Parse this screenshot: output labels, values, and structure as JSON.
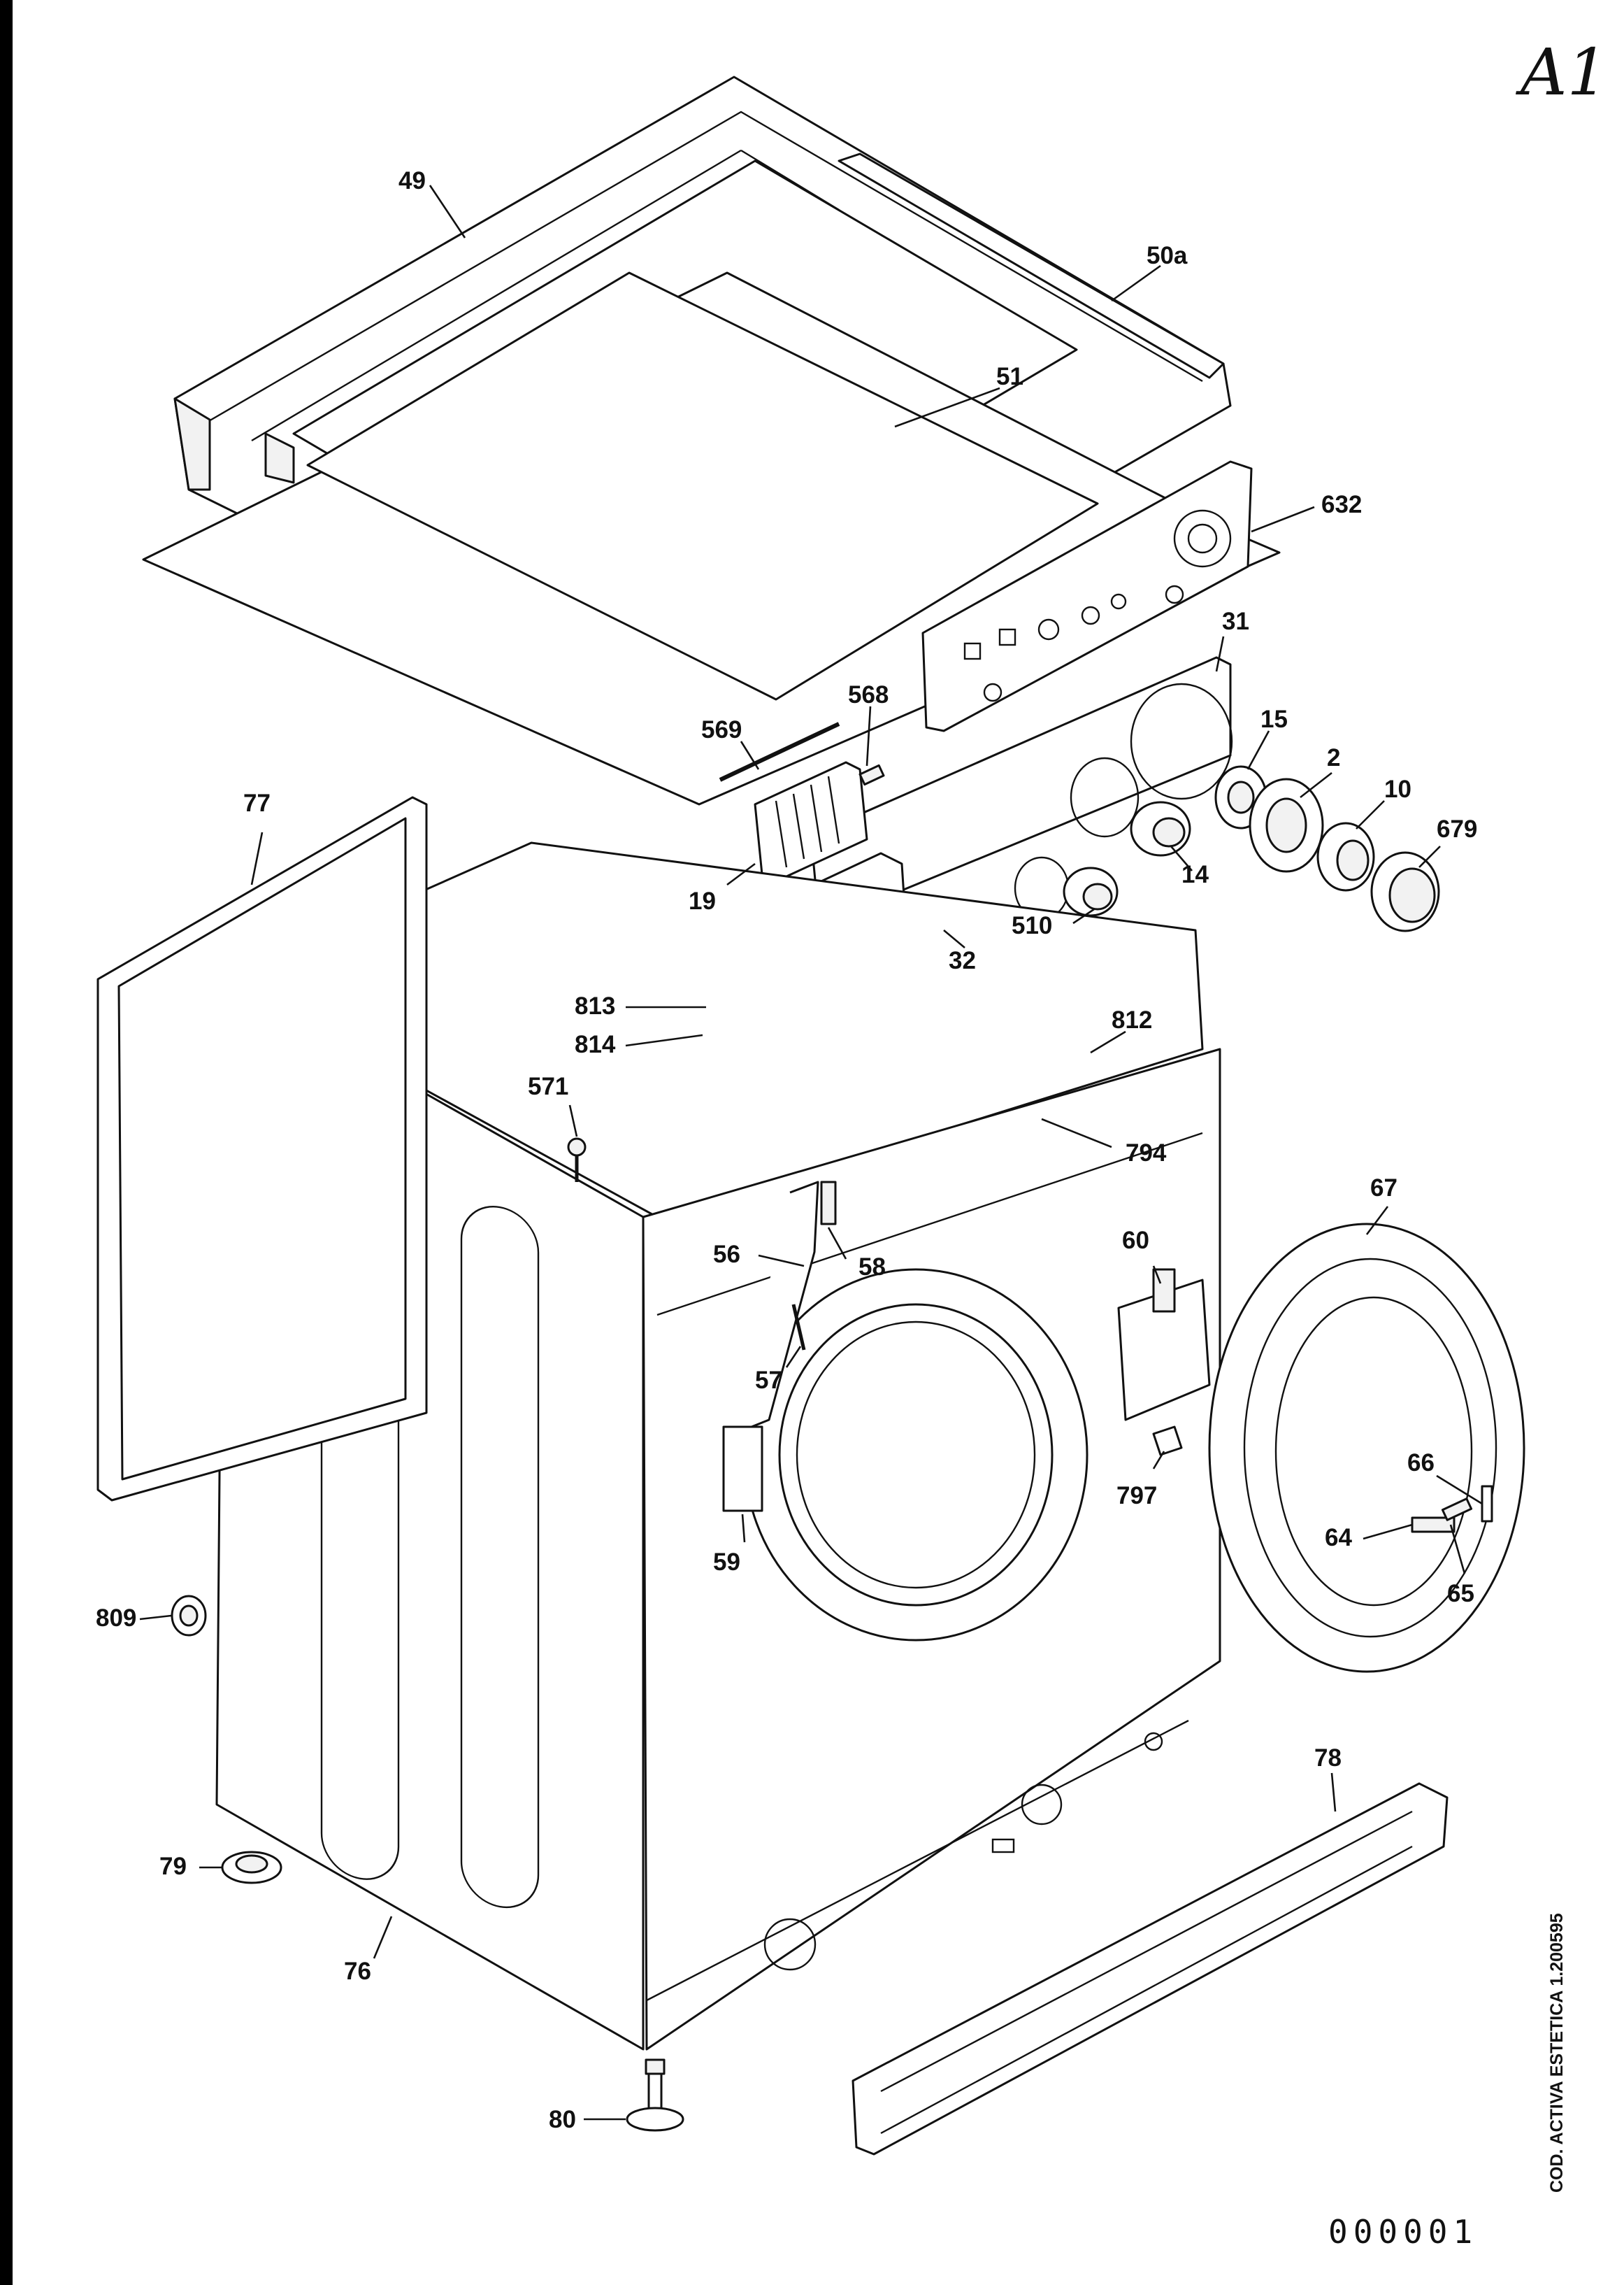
{
  "page_tag": "A1",
  "catalog_code": "COD. ACTIVA ESTETICA 1.200595",
  "sheet_number": "000001",
  "part_labels": {
    "p2": "2",
    "p10": "10",
    "p14": "14",
    "p15": "15",
    "p19": "19",
    "p31": "31",
    "p32": "32",
    "p49": "49",
    "p50a": "50a",
    "p51": "51",
    "p56": "56",
    "p57": "57",
    "p58": "58",
    "p59": "59",
    "p60": "60",
    "p64": "64",
    "p65": "65",
    "p66": "66",
    "p67": "67",
    "p76": "76",
    "p77": "77",
    "p78": "78",
    "p79": "79",
    "p80": "80",
    "p510": "510",
    "p568": "568",
    "p569": "569",
    "p571": "571",
    "p632": "632",
    "p679": "679",
    "p794": "794",
    "p797": "797",
    "p809": "809",
    "p812": "812",
    "p813": "813",
    "p814": "814"
  }
}
